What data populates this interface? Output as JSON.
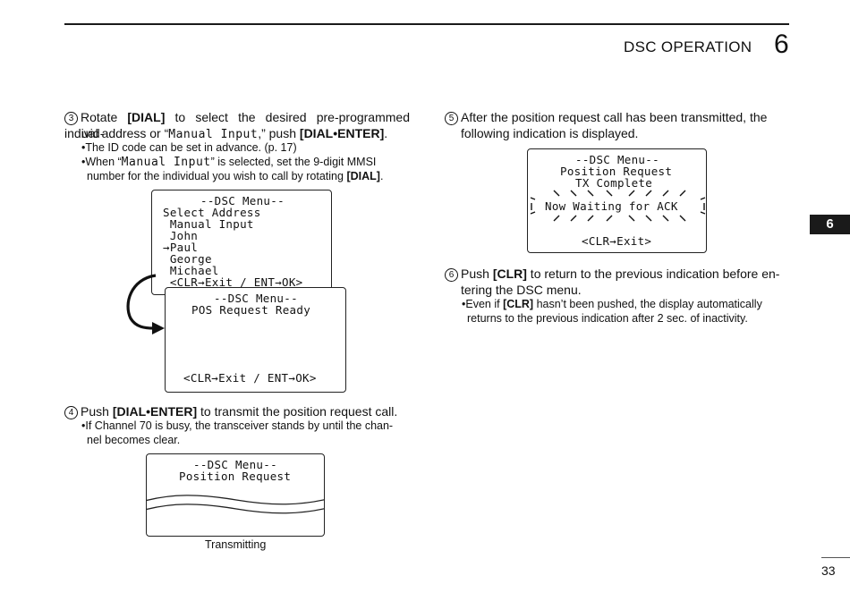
{
  "header": {
    "section_title": "DSC OPERATION",
    "section_number": "6"
  },
  "side_tab": "6",
  "page_number": "33",
  "step3": {
    "num": "3",
    "t1": "Rotate ",
    "b1": "[DIAL]",
    "t2": " to select the desired pre-programmed individ-",
    "t3": "ual address or “",
    "mono1": "Manual Input",
    "t4": ",” push ",
    "b2": "[DIAL•ENTER]",
    "t5": ".",
    "bullet1": "•The ID code can be set in advance. (p. 17)",
    "bullet2_a": "•When “",
    "bullet2_mono": "Manual Input",
    "bullet2_b": "” is selected, set the 9-digit MMSI",
    "bullet2_c": "number for the individual you wish to call by rotating ",
    "bullet2_bold": "[DIAL]",
    "bullet2_d": "."
  },
  "lcd_select": {
    "lines": [
      "--DSC Menu--",
      "Select Address",
      " Manual Input",
      " John",
      "→Paul",
      " George",
      " Michael",
      " <CLR→Exit / ENT→OK>"
    ]
  },
  "lcd_pos_ready": {
    "lines": [
      "--DSC Menu--",
      "POS Request Ready",
      "<CLR→Exit / ENT→OK>"
    ]
  },
  "step4": {
    "num": "4",
    "t1": "Push ",
    "b1": "[DIAL•ENTER]",
    "t2": " to transmit the position request call.",
    "bullet1": "•If Channel 70 is busy, the transceiver stands by until the chan-",
    "bullet1_c": "nel becomes clear."
  },
  "lcd_transmit": {
    "lines": [
      "--DSC Menu--",
      "Position Request"
    ],
    "caption": "Transmitting"
  },
  "step5": {
    "num": "5",
    "t1": "After the position request call has been transmitted, the",
    "t2": "following indication is displayed."
  },
  "lcd_waiting": {
    "lines": [
      "--DSC Menu--",
      "Position Request",
      "TX Complete",
      "Now Waiting for ACK",
      "<CLR→Exit>"
    ]
  },
  "step6": {
    "num": "6",
    "t1": "Push ",
    "b1": "[CLR]",
    "t2": " to return to the previous indication before en-",
    "t3": "tering the DSC menu.",
    "bullet_a": "•Even if ",
    "bullet_bold": "[CLR]",
    "bullet_b": " hasn’t been pushed, the display automatically",
    "bullet_c": "returns to the previous indication after 2 sec. of inactivity."
  }
}
